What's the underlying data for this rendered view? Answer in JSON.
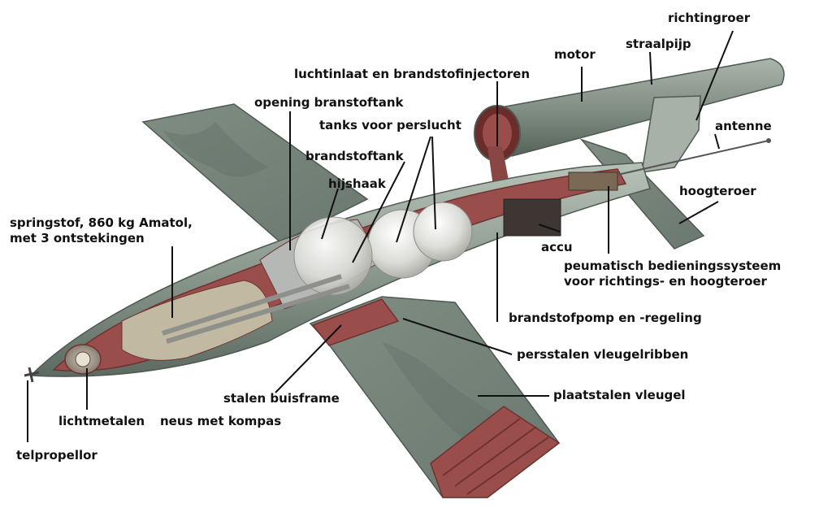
{
  "labels": {
    "richtingroer": "richtingroer",
    "motor": "motor",
    "straalpijp": "straalpijp",
    "luchtinlaat": "luchtinlaat en brandstofinjectoren",
    "opening_tank": "opening branstoftank",
    "tanks_perslucht": "tanks voor perslucht",
    "antenne": "antenne",
    "brandstoftank": "brandstoftank",
    "hijshaak": "hijshaak",
    "hoogteroer": "hoogteroer",
    "springstof": "springstof, 860 kg Amatol,\nmet 3 ontstekingen",
    "accu": "accu",
    "pneumatisch": "peumatisch bedieningssysteem\nvoor richtings- en hoogteroer",
    "brandstofpomp": "brandstofpomp en -regeling",
    "vleugelribben": "persstalen vleugelribben",
    "buisframe": "stalen buisframe",
    "plaatstalen": "plaatstalen vleugel",
    "lichtmetalen": "lichtmetalen",
    "neus_kompas": "neus met kompas",
    "telpropellor": "telpropellor"
  },
  "colors": {
    "skin_light": "#9aa79c",
    "skin_dark": "#5f6e64",
    "interior": "#9a4e4c",
    "interior_dark": "#6e3330",
    "sphere": "#e6e6e3",
    "leader": "#111111"
  }
}
